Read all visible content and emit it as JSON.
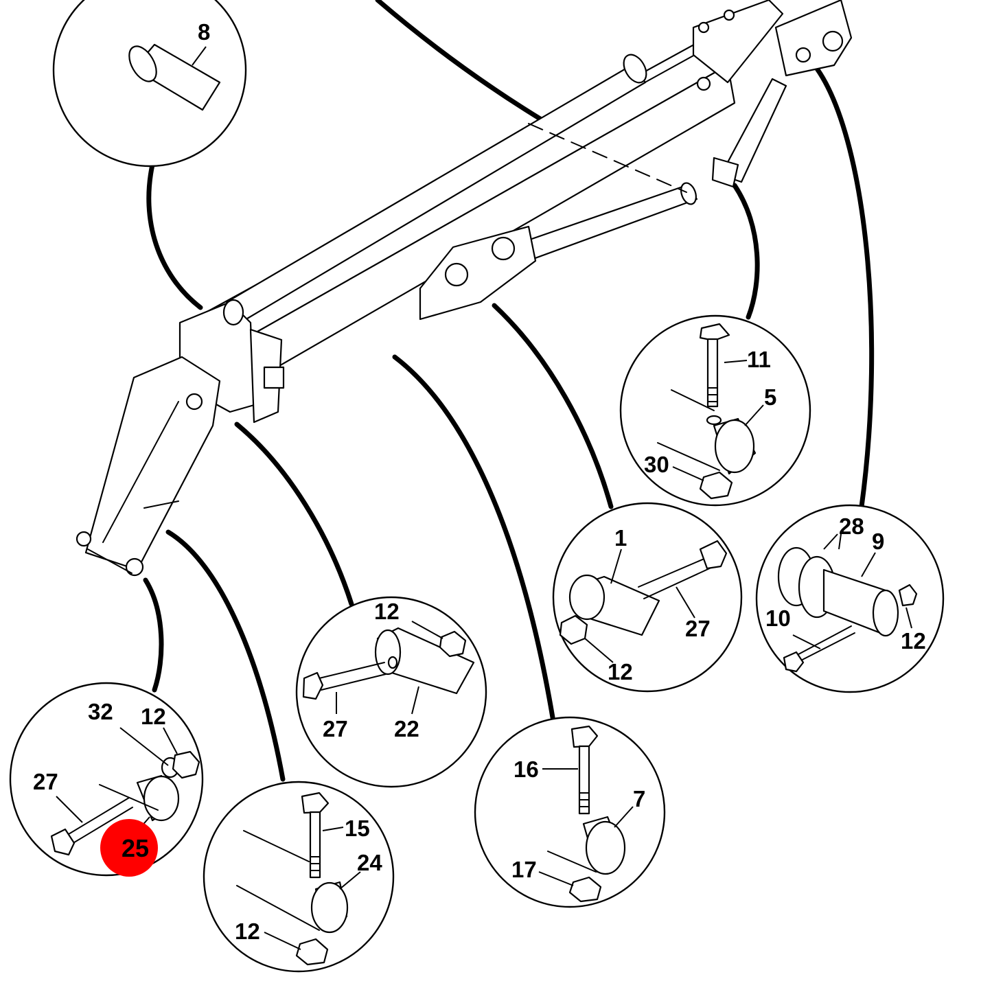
{
  "callouts": {
    "c8": {
      "label": "8"
    },
    "c11": {
      "label": "11"
    },
    "c5": {
      "label": "5"
    },
    "c30": {
      "label": "30"
    },
    "c1": {
      "label": "1"
    },
    "c27a": {
      "label": "27"
    },
    "c12a": {
      "label": "12"
    },
    "c28": {
      "label": "28"
    },
    "c9": {
      "label": "9"
    },
    "c10": {
      "label": "10"
    },
    "c12b": {
      "label": "12"
    },
    "c12c": {
      "label": "12"
    },
    "c27b": {
      "label": "27"
    },
    "c22": {
      "label": "22"
    },
    "c16": {
      "label": "16"
    },
    "c7": {
      "label": "7"
    },
    "c17": {
      "label": "17"
    },
    "c32": {
      "label": "32"
    },
    "c12d": {
      "label": "12"
    },
    "c27c": {
      "label": "27"
    },
    "c25": {
      "label": "25"
    },
    "c15": {
      "label": "15"
    },
    "c24": {
      "label": "24"
    },
    "c12e": {
      "label": "12"
    }
  },
  "highlight": {
    "color": "#ff0000",
    "label": "25"
  }
}
